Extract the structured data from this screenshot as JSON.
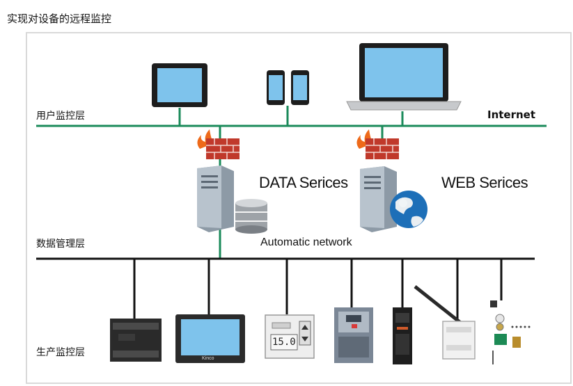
{
  "title": "实现对设备的远程监控",
  "layers": {
    "user": "用户监控层",
    "data": "数据管理层",
    "production": "生产监控层"
  },
  "labels": {
    "internet": "Internet",
    "data_services": "DATA Serices",
    "web_services": "WEB Serices",
    "automatic_network": "Automatic network",
    "hmi_brand": "Kinco",
    "display_value": "15.0"
  },
  "colors": {
    "internet_bus": "#1a8a5a",
    "field_bus": "#111111",
    "frame": "#d9d9d9",
    "screen": "#7ec3ec",
    "firewall_brick": "#c0392b"
  }
}
